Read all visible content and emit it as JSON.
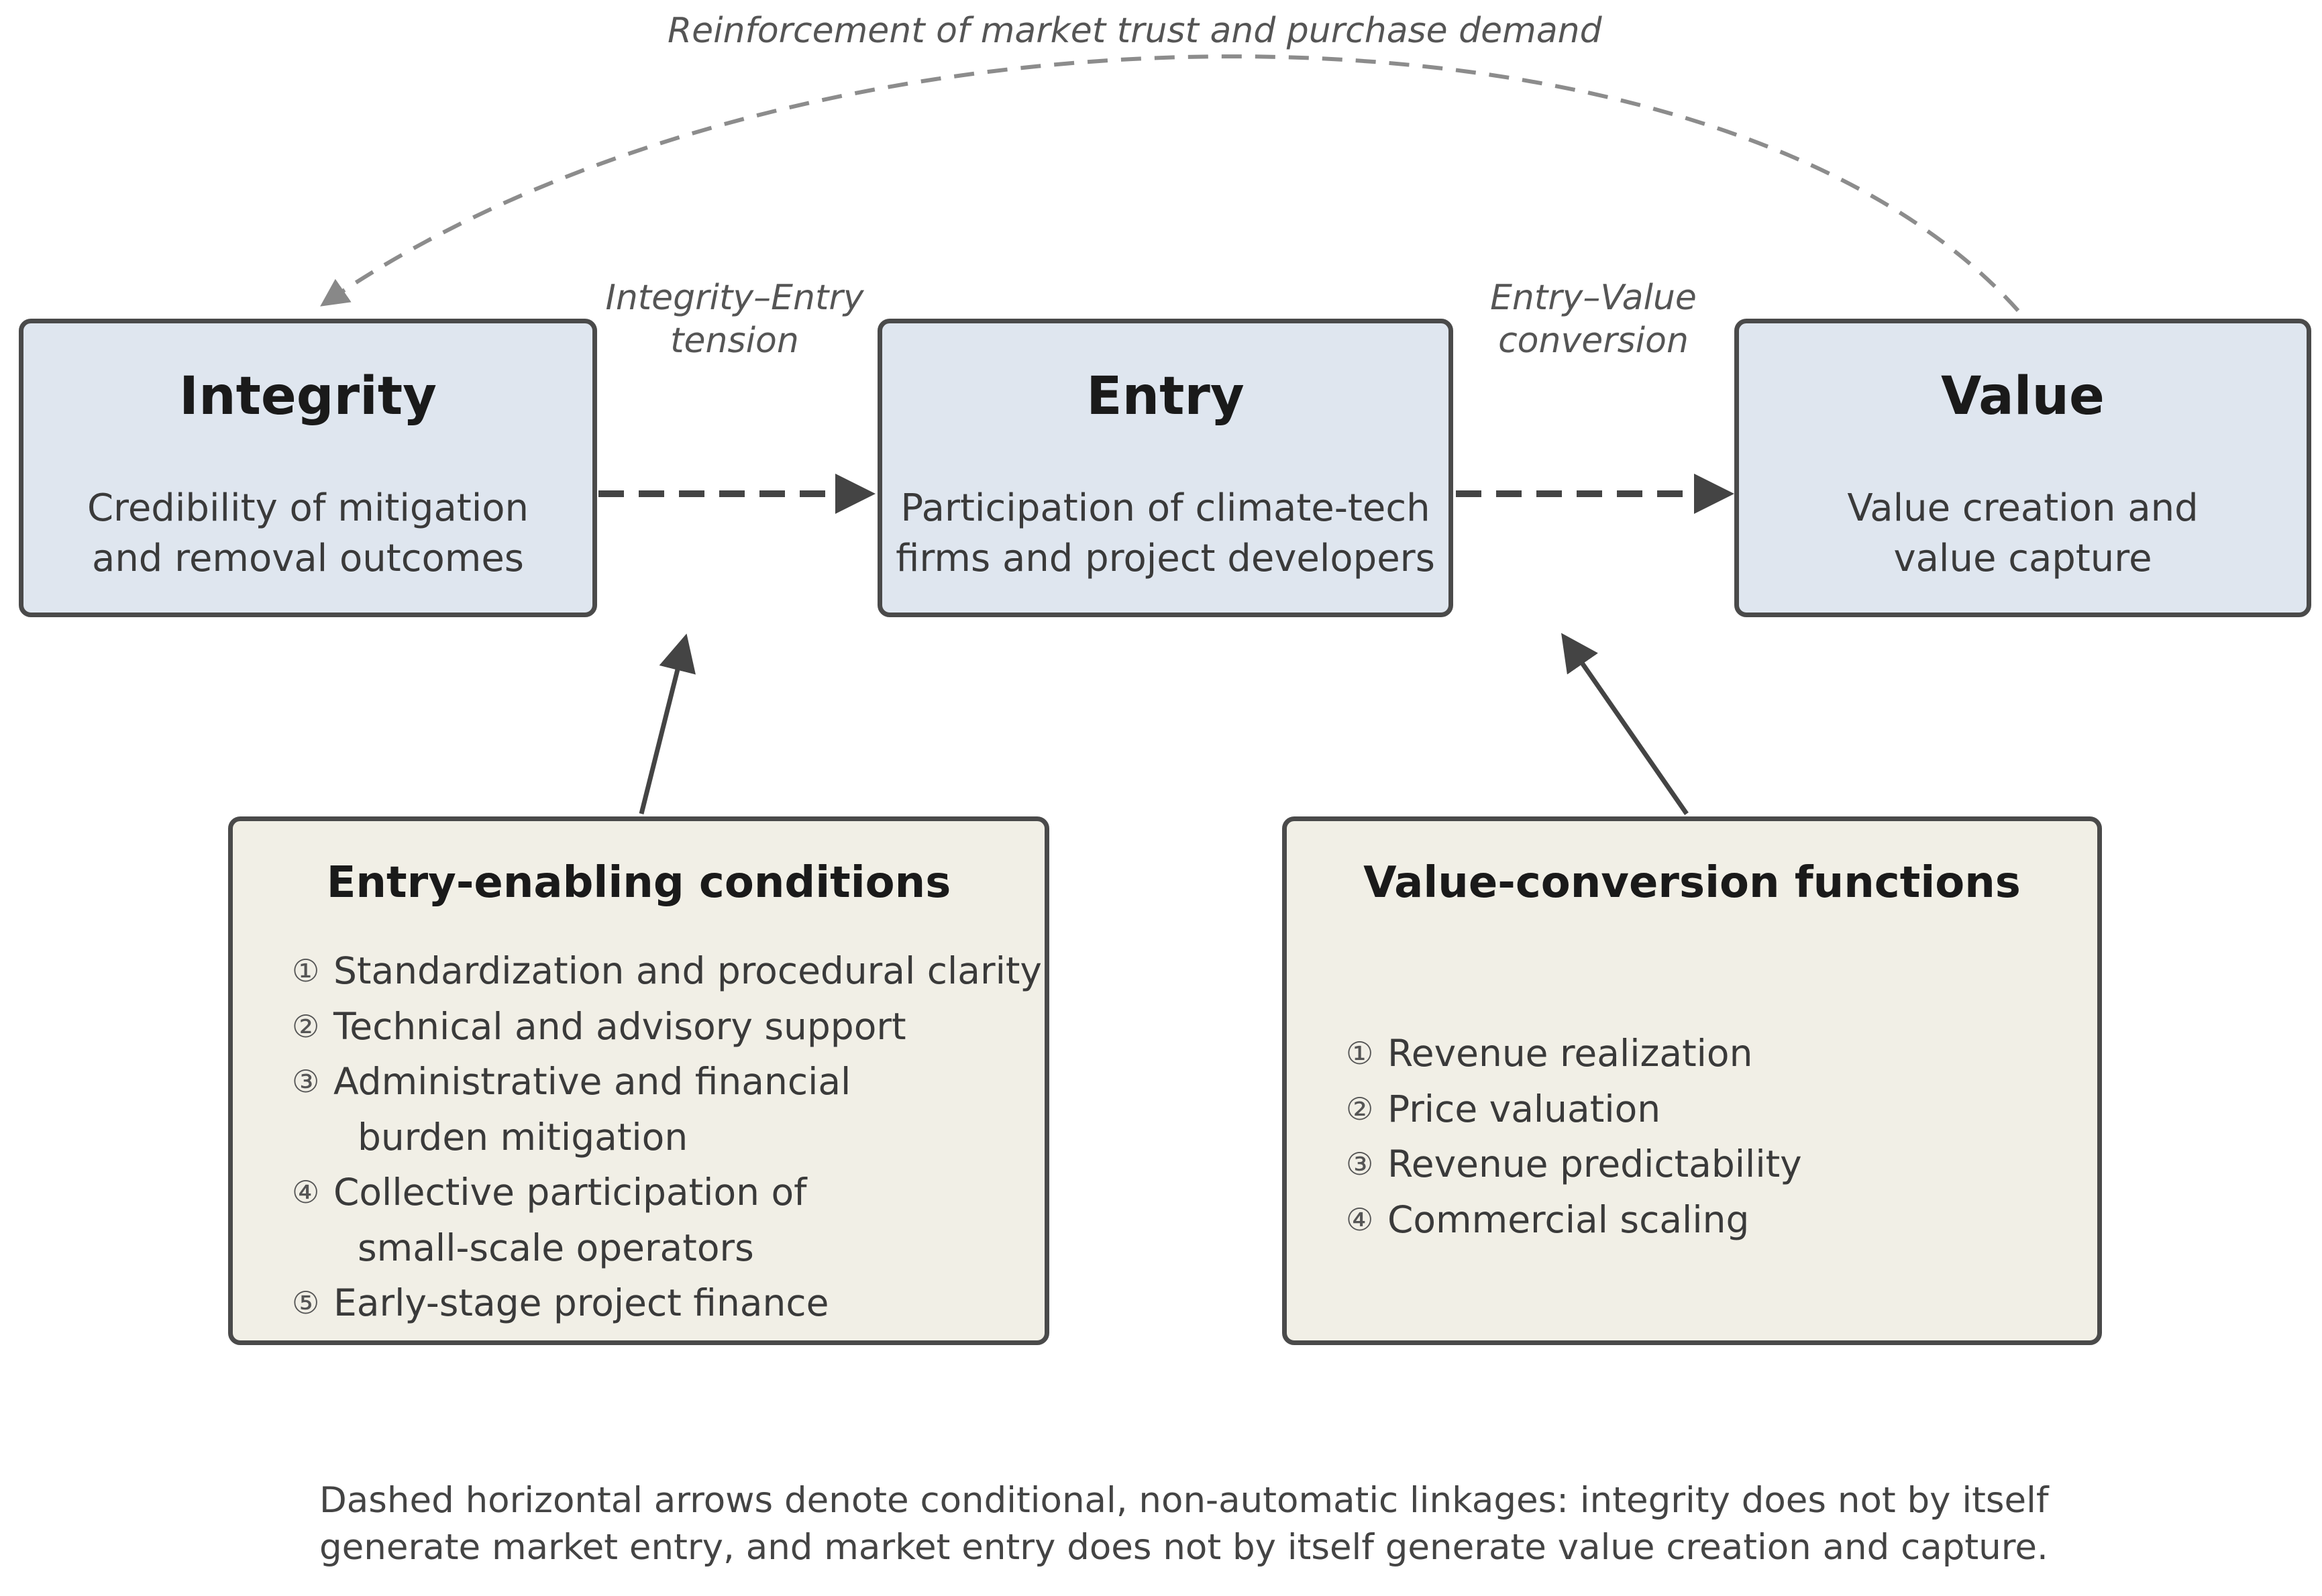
{
  "diagram": {
    "feedback_label": "Reinforcement of market trust and purchase demand",
    "nodes": {
      "integrity": {
        "title": "Integrity",
        "desc_line1": "Credibility of mitigation",
        "desc_line2": "and removal outcomes"
      },
      "entry": {
        "title": "Entry",
        "desc_line1": "Participation of climate-tech",
        "desc_line2": "firms and project developers"
      },
      "value": {
        "title": "Value",
        "desc_line1": "Value creation and",
        "desc_line2": "value capture"
      }
    },
    "links": {
      "integrity_entry": {
        "line1": "Integrity–Entry",
        "line2": "tension"
      },
      "entry_value": {
        "line1": "Entry–Value",
        "line2": "conversion"
      }
    },
    "entry_conditions": {
      "title": "Entry-enabling conditions",
      "items": [
        {
          "num": "①",
          "text": "Standardization and procedural clarity"
        },
        {
          "num": "②",
          "text": "Technical and advisory support"
        },
        {
          "num": "③",
          "text": "Administrative and financial",
          "cont": "burden mitigation"
        },
        {
          "num": "④",
          "text": "Collective participation of",
          "cont": "small-scale operators"
        },
        {
          "num": "⑤",
          "text": "Early-stage project finance"
        }
      ]
    },
    "value_functions": {
      "title": "Value-conversion functions",
      "items": [
        {
          "num": "①",
          "text": "Revenue realization"
        },
        {
          "num": "②",
          "text": "Price valuation"
        },
        {
          "num": "③",
          "text": "Revenue predictability"
        },
        {
          "num": "④",
          "text": "Commercial scaling"
        }
      ]
    },
    "footnote_line1": "Dashed horizontal arrows denote conditional, non-automatic linkages: integrity does not by itself",
    "footnote_line2": "generate market entry, and market entry does not by itself generate value creation and capture."
  }
}
